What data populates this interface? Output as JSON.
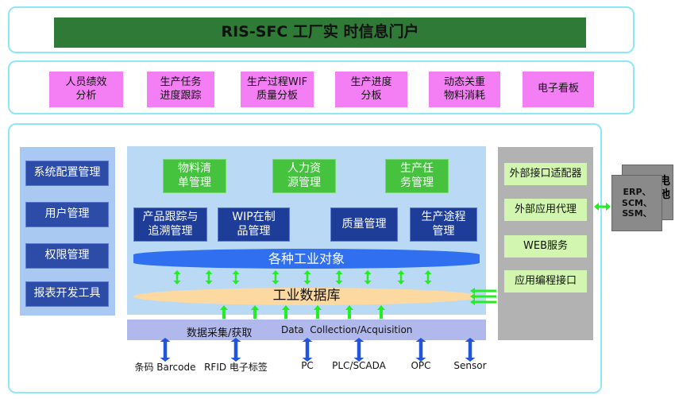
{
  "title": "RIS-SFC 工厂实 时信息门户",
  "top_modules": [
    "人员绩效\n分析",
    "生产任务\n进度跟踪",
    "生产过程WIF\n质量分板",
    "生产进度\n分板",
    "动态关重\n物料消耗",
    "电子看板"
  ],
  "left_panel": [
    "系统配置管理",
    "用户管理",
    "权限管理",
    "报表开发工具"
  ],
  "green_modules": [
    "物料清\n单管理",
    "人力资\n源管理",
    "生产任\n务管理"
  ],
  "navy_modules": [
    "产品跟踪与\n追溯管理",
    "WIP在制\n品管理",
    "质量管理",
    "生产途程\n管理"
  ],
  "objects_band": "各种工业对象",
  "database_band": "工业数据库",
  "collection_bar": {
    "cn": "数据采集/获取",
    "en": "Data  Collection/Acquisition"
  },
  "sources": [
    "条码 Barcode",
    "RFID 电子标签",
    "PC",
    "PLC/SCADA",
    "OPC",
    "Sensor"
  ],
  "right_panel": [
    "外部接口适配器",
    "外部应用代理",
    "WEB服务",
    "应用编程接口"
  ],
  "external": {
    "front": "ERP、\nSCM、\nSSM、",
    "back": "电\n池"
  },
  "colors": {
    "title_bar": "#2e7a36",
    "pink": "#f47ef4",
    "navy": "#1e3d99",
    "green": "#46c33e",
    "arrow_green": "#22ee22",
    "arrow_blue": "#2255dd"
  }
}
